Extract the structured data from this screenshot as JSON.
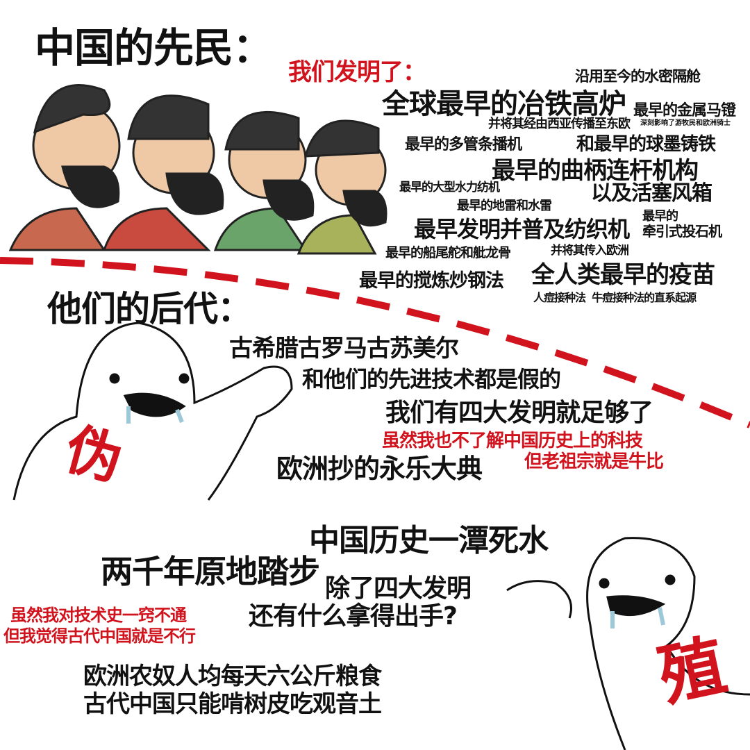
{
  "top": {
    "heading": "中国的先民：",
    "intro": "我们发明了：",
    "items": [
      "沿用至今的水密隔舱",
      "全球最早的冶铁高炉",
      "最早的金属马镫",
      "并将其经由西亚传播至东欧",
      "深刻影响了游牧民和欧洲骑士",
      "最早的多管条播机",
      "和最早的球墨铸铁",
      "最早的曲柄连杆机构",
      "最早的大型水力纺机",
      "以及活塞风箱",
      "最早的地雷和水雷",
      "最早的",
      "牵引式投石机",
      "最早发明并普及纺织机",
      "最早的船尾舵和舭龙骨",
      "并将其传入欧洲",
      "最早的搅炼炒钢法",
      "全人类最早的疫苗",
      "人痘接种法  牛痘接种法的直系起源"
    ]
  },
  "bottom": {
    "heading": "他们的后代：",
    "lines": [
      "古希腊古罗马古苏美尔",
      "和他们的先进技术都是假的",
      "我们有四大发明就足够了",
      "虽然我也不了解中国历史上的科技",
      "但老祖宗就是牛比",
      "欧洲抄的永乐大典",
      "中国历史一潭死水",
      "两千年原地踏步",
      "除了四大发明",
      "还有什么拿得出手?",
      "虽然我对技术史一窍不通",
      "但我觉得古代中国就是不行",
      "欧洲农奴人均每天六公斤粮食",
      "古代中国只能啃树皮吃观音土"
    ],
    "stamp_left": "伪",
    "stamp_right": "殖"
  },
  "colors": {
    "accent_red": "#d0131d",
    "text": "#111111"
  }
}
